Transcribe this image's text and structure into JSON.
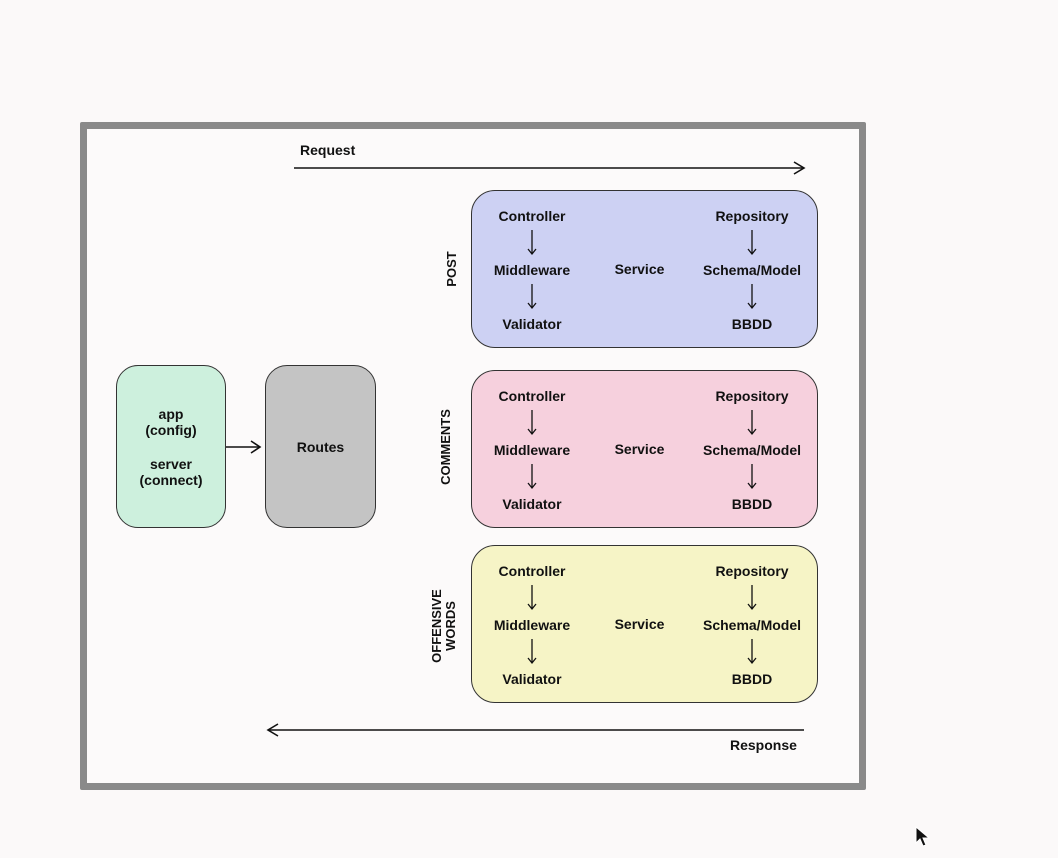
{
  "arrows": {
    "request_label": "Request",
    "response_label": "Response"
  },
  "app_box": {
    "line1": "app",
    "line2": "(config)",
    "line3": "server",
    "line4": "(connect)"
  },
  "routes_box": {
    "label": "Routes"
  },
  "modules": [
    {
      "name": "POST",
      "name_line2": "",
      "left": [
        "Controller",
        "Middleware",
        "Validator"
      ],
      "center": "Service",
      "right": [
        "Repository",
        "Schema/Model",
        "BBDD"
      ]
    },
    {
      "name": "COMMENTS",
      "name_line2": "",
      "left": [
        "Controller",
        "Middleware",
        "Validator"
      ],
      "center": "Service",
      "right": [
        "Repository",
        "Schema/Model",
        "BBDD"
      ]
    },
    {
      "name": "OFFENSIVE",
      "name_line2": "WORDS",
      "left": [
        "Controller",
        "Middleware",
        "Validator"
      ],
      "center": "Service",
      "right": [
        "Repository",
        "Schema/Model",
        "BBDD"
      ]
    }
  ],
  "colors": {
    "post": "#cdd1f3",
    "comments": "#f6d0dd",
    "offensive": "#f6f4c6",
    "app": "#cdf0dd",
    "routes": "#c4c4c4",
    "frame": "#8a8a8a"
  }
}
